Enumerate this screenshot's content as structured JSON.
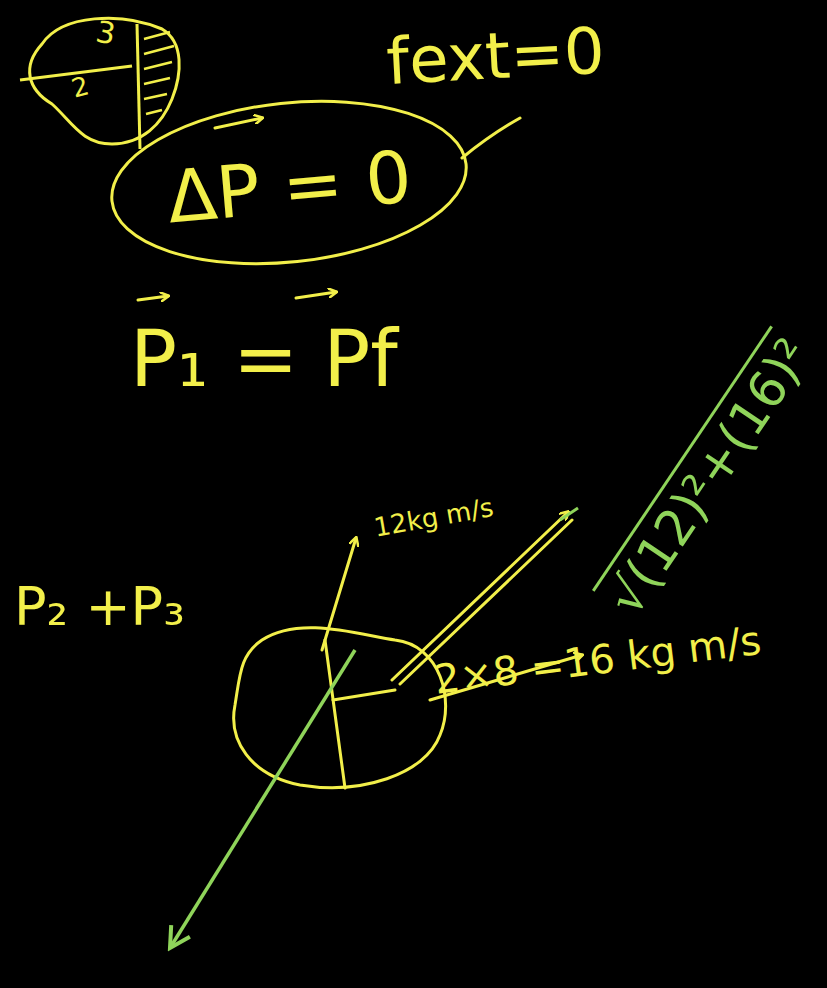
{
  "diagram": {
    "nodes": [
      {
        "text": [
          "3",
          "2"
        ]
      },
      {
        "text": [
          "ΔP = 0"
        ]
      }
    ],
    "labels": [
      "fext=0",
      "P₁ = Pf",
      "P₂ +P₃",
      "12kg m/s",
      "2×8 =16 kg m/s",
      "√(12)²+(16)²"
    ]
  }
}
